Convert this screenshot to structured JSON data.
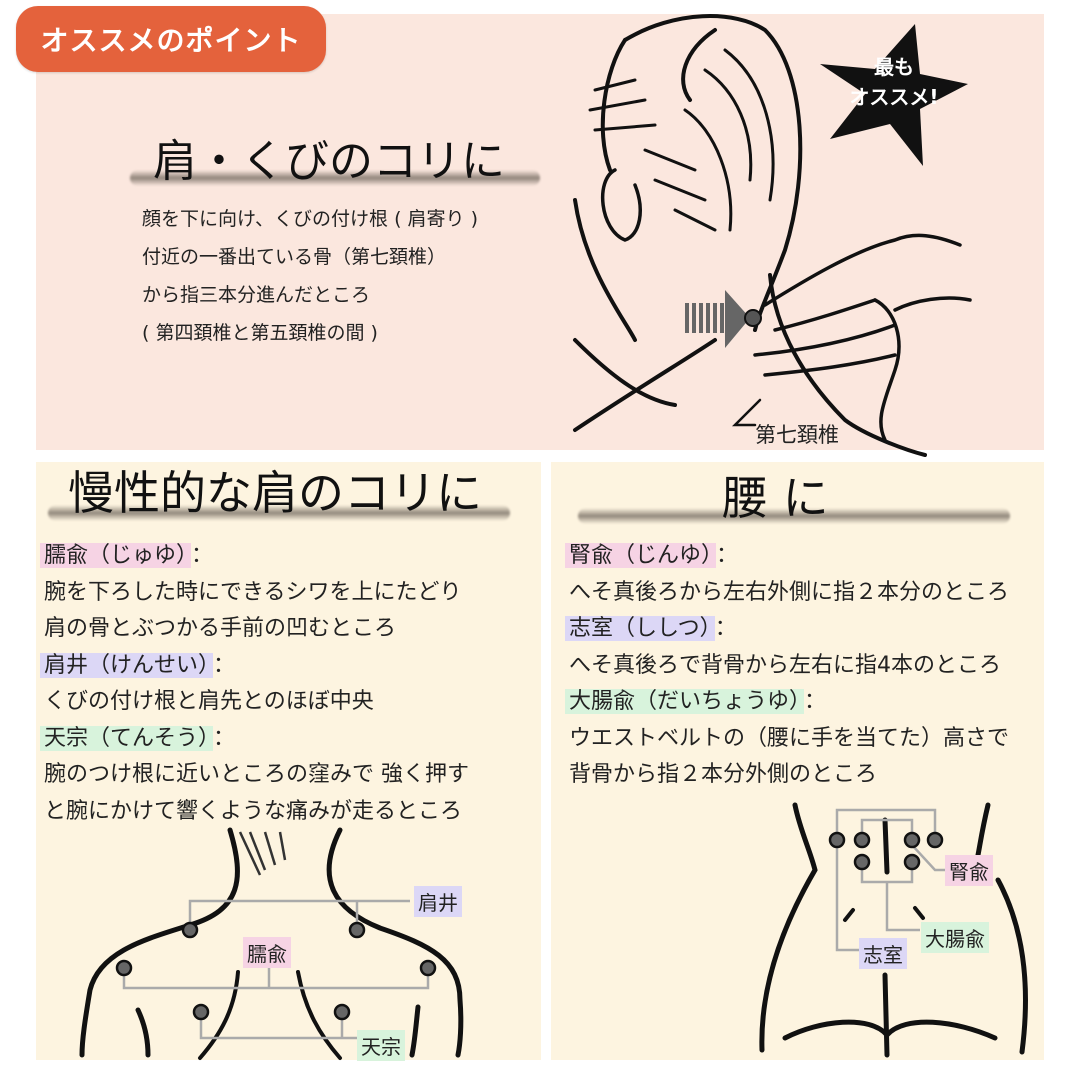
{
  "badge": {
    "label": "オススメのポイント",
    "color": "#e4623c"
  },
  "top_section": {
    "title": "肩・くびのコリに",
    "lines": [
      "顔を下に向け、くびの付け根 ( 肩寄り )",
      "付近の一番出ている骨（第七頚椎）",
      "から指三本分進んだところ",
      "( 第四頚椎と第五頚椎の間 )"
    ],
    "star_badge": {
      "line1": "最も",
      "line2": "オススメ!"
    },
    "illustration_label": "第七頚椎",
    "background": "#fbe7de"
  },
  "left_section": {
    "title": "慢性的な肩のコリに",
    "points": [
      {
        "name": "臑兪（じゅゆ）",
        "colon": "：",
        "highlight": "pink",
        "desc": [
          "腕を下ろした時にできるシワを上にたどり",
          "肩の骨とぶつかる手前の凹むところ"
        ]
      },
      {
        "name": "肩井（けんせい）",
        "colon": "：",
        "highlight": "purple",
        "desc": [
          "くびの付け根と肩先とのほぼ中央"
        ]
      },
      {
        "name": "天宗（てんそう）",
        "colon": "：",
        "highlight": "green",
        "desc": [
          "腕のつけ根に近いところの窪みで 強く押す",
          "と腕にかけて響くような痛みが走るところ"
        ]
      }
    ],
    "diagram_labels": {
      "kensei": "肩井",
      "juyu": "臑兪",
      "tenso": "天宗"
    }
  },
  "right_section": {
    "title": "腰 に",
    "points": [
      {
        "name": "腎兪（じんゆ）",
        "colon": "：",
        "highlight": "pink",
        "desc": [
          "へそ真後ろから左右外側に指２本分のところ"
        ]
      },
      {
        "name": "志室（ししつ）",
        "colon": "：",
        "highlight": "purple",
        "desc": [
          "へそ真後ろで背骨から左右に指4本のところ"
        ]
      },
      {
        "name": "大腸兪（だいちょうゆ）",
        "colon": "：",
        "highlight": "green",
        "desc": [
          "ウエストベルトの（腰に手を当てた）高さで",
          "背骨から指２本分外側のところ"
        ]
      }
    ],
    "diagram_labels": {
      "jinyu": "腎兪",
      "daichoyu": "大腸兪",
      "shishitsu": "志室"
    }
  },
  "colors": {
    "highlight_pink": "#f6d3e4",
    "highlight_purple": "#dcd7f6",
    "highlight_green": "#d8f3dc",
    "panel_cream": "#fdf4e0",
    "panel_peach": "#fbe7de"
  }
}
